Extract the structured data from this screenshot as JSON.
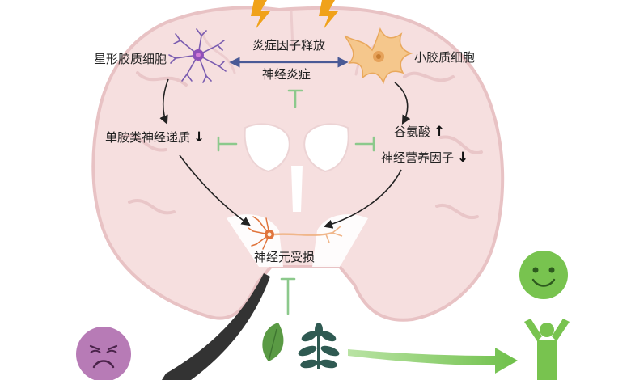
{
  "labels": {
    "astrocyte": "星形胶质细胞",
    "microglia": "小胶质细胞",
    "cytokine_release": "炎症因子释放",
    "neuroinflammation": "神经炎症",
    "monoamine": "单胺类神经递质",
    "monoamine_trend": "↓",
    "glutamate": "谷氨酸",
    "glutamate_trend": "↑",
    "neurotrophic": "神经营养因子",
    "neurotrophic_trend": "↓",
    "neuron_damage": "神经元受损"
  },
  "colors": {
    "brain_fill": "#f6dfdf",
    "brain_stroke": "#e8c2c4",
    "inhibit_green": "#8cc98c",
    "link_blue": "#4a5a96",
    "sad_face": "#b77bb6",
    "happy_figure": "#78c34f",
    "plant_dark": "#2f5a52",
    "leaf_green": "#5a9a44",
    "lightning": "#f0a21a"
  },
  "icons": [
    "lightning-icon",
    "astrocyte-icon",
    "microglia-icon",
    "neuron-icon",
    "sad-face-icon",
    "happy-person-icon",
    "leaf-icon",
    "herb-plant-icon"
  ]
}
